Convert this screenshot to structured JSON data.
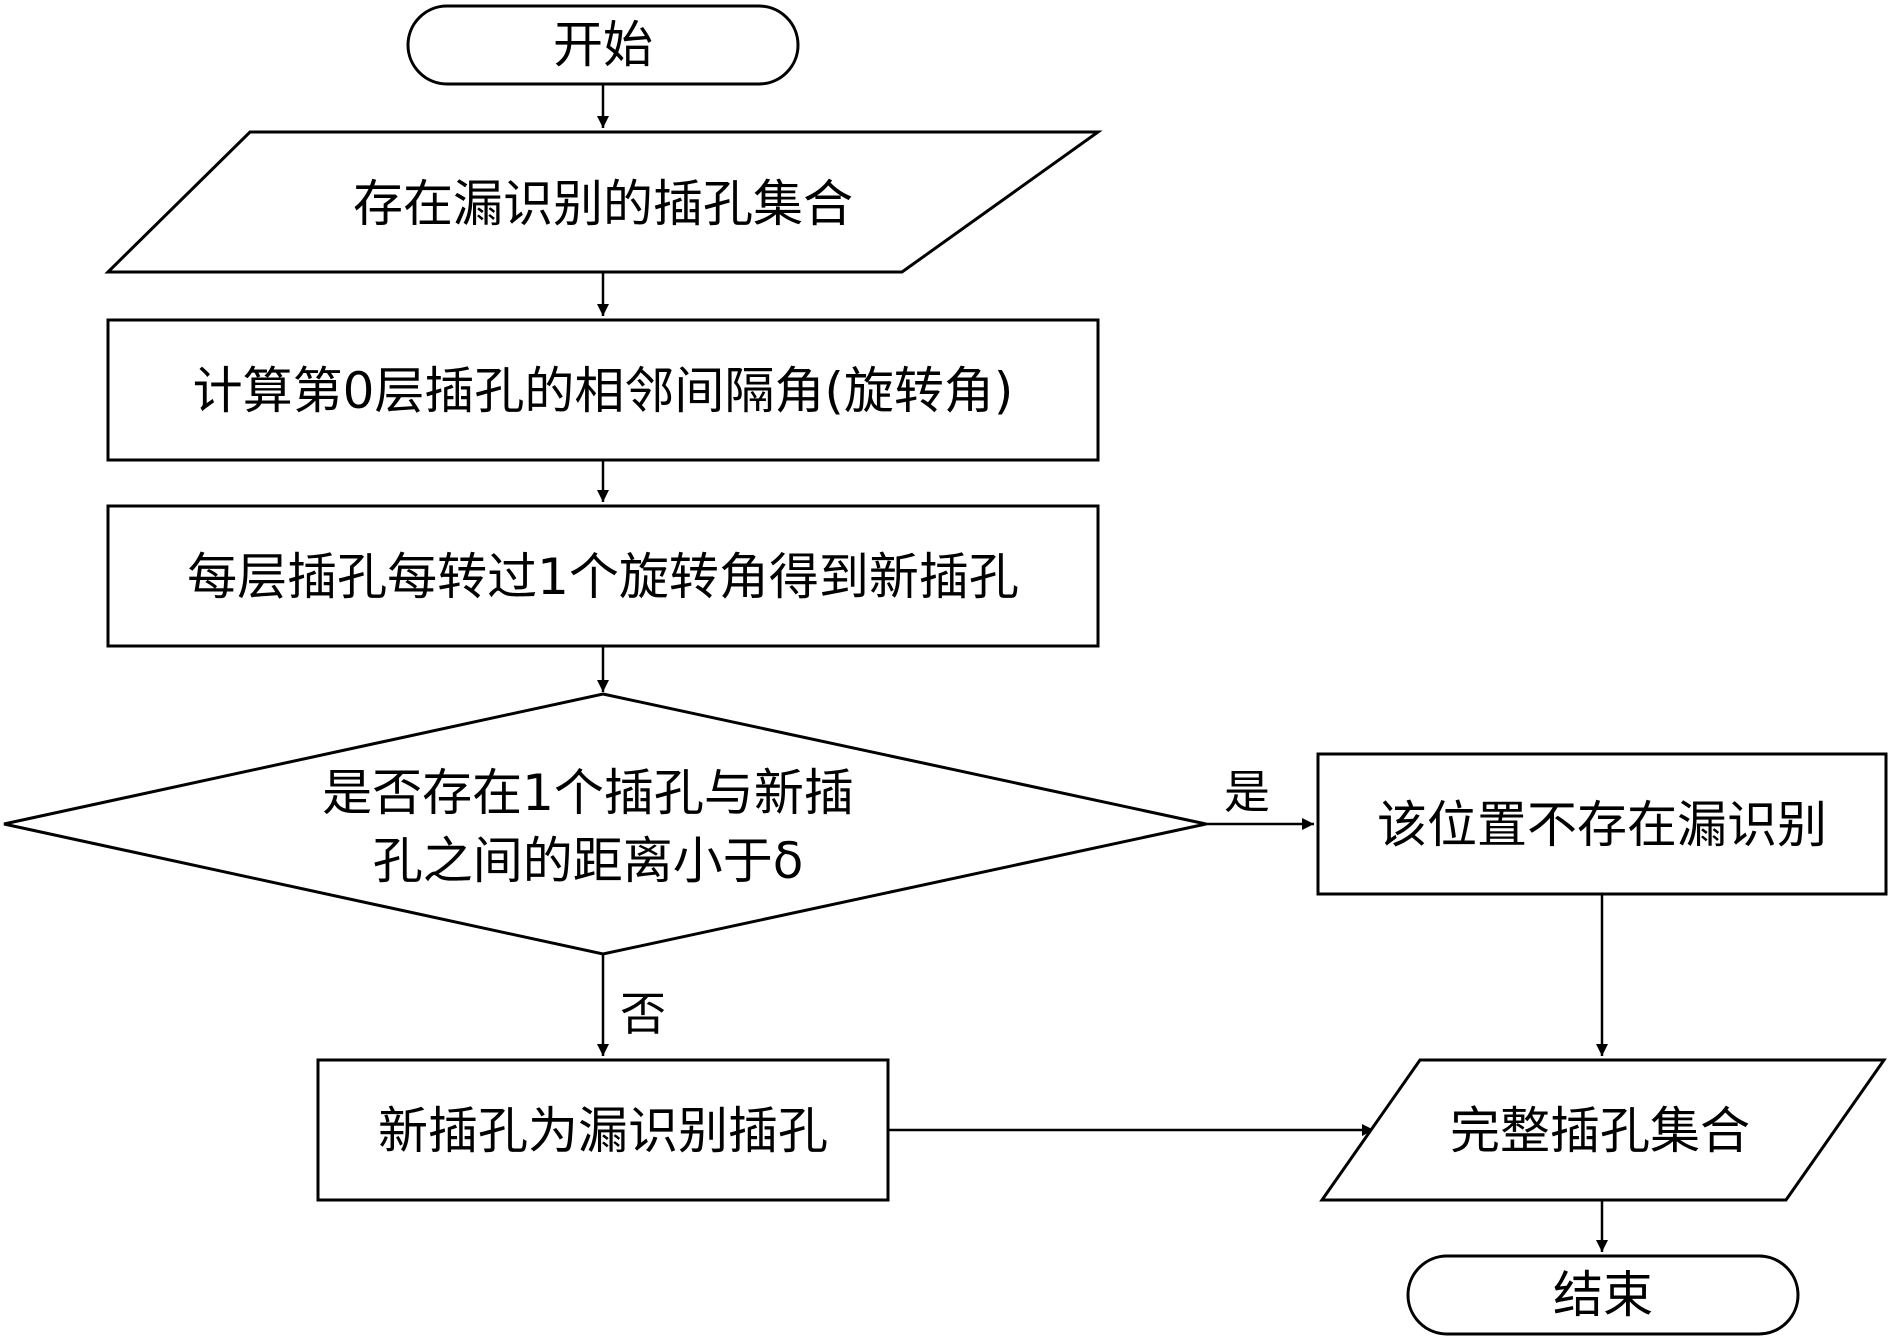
{
  "flowchart": {
    "start": "开始",
    "input": "存在漏识别的插孔集合",
    "step1": "计算第0层插孔的相邻间隔角(旋转角)",
    "step2": "每层插孔每转过1个旋转角得到新插孔",
    "decision_line1": "是否存在1个插孔与新插",
    "decision_line2": "孔之间的距离小于δ",
    "yes_label": "是",
    "no_label": "否",
    "yes_result": "该位置不存在漏识别",
    "no_result": "新插孔为漏识别插孔",
    "output": "完整插孔集合",
    "end": "结束"
  },
  "colors": {
    "stroke": "#000000",
    "fill": "#ffffff",
    "text": "#000000"
  }
}
